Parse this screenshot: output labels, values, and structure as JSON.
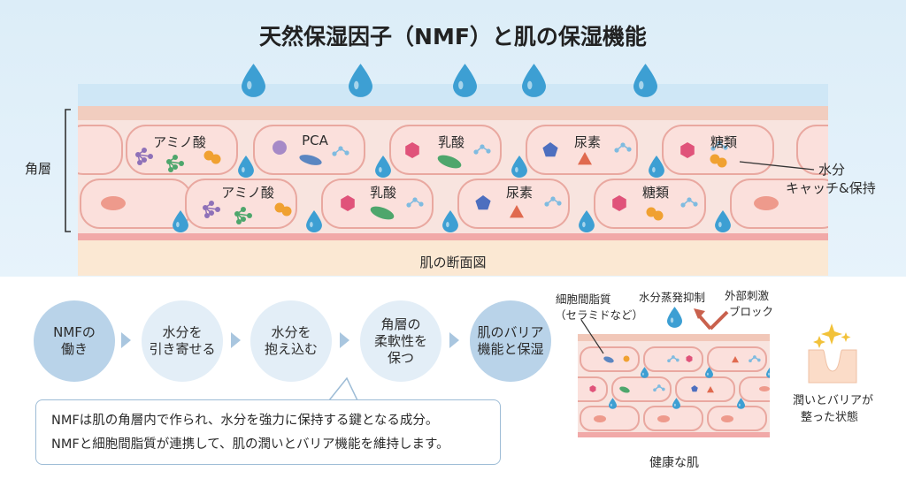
{
  "title": "天然保湿因子（NMF）と肌の保湿機能",
  "labels": {
    "stratum_corneum": "角層",
    "cross_section": "肌の断面図",
    "water_catch_line1": "水分",
    "water_catch_line2": "キャッチ&保持"
  },
  "cells_row1": [
    "アミノ酸",
    "PCA",
    "乳酸",
    "尿素",
    "糖類"
  ],
  "cells_row2": [
    "アミノ酸",
    "乳酸",
    "尿素",
    "糖類"
  ],
  "steps": [
    {
      "text": "NMFの\n働き"
    },
    {
      "text": "水分を\n引き寄せる"
    },
    {
      "text": "水分を\n抱え込む"
    },
    {
      "text": "角層の\n柔軟性を\n保つ"
    },
    {
      "text": "肌のバリア\n機能と保湿"
    }
  ],
  "description": {
    "line1": "NMFは肌の角層内で作られ、水分を強力に保持する鍵となる成分。",
    "line2": "NMFと細胞間脂質が連携して、肌の潤いとバリア機能を維持します。"
  },
  "healthy": {
    "lipid_line1": "細胞間脂質",
    "lipid_line2": "（セラミドなど）",
    "evaporation": "水分蒸発抑制",
    "external_line1": "外部刺激",
    "external_line2": "ブロック",
    "caption": "健康な肌"
  },
  "result": {
    "line1": "潤いとバリアが",
    "line2": "整った状態"
  },
  "colors": {
    "water": "#3d9fd3",
    "cell_fill": "#fbe0dc",
    "cell_border": "#e9a8a0",
    "arrow": "#c9614d",
    "sparkle": "#f2c23a"
  }
}
